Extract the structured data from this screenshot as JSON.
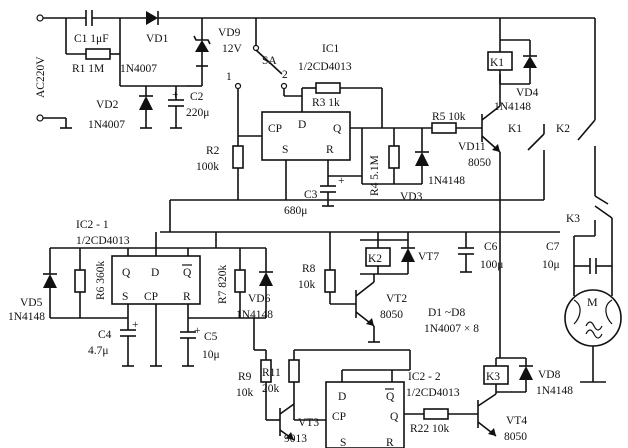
{
  "labels": {
    "ac": "AC220V",
    "c1": "C1  1μF",
    "r1": "R1 1M",
    "vd1": "VD1",
    "vd1_part": "1N4007",
    "vd9": "VD9",
    "vd9_v": "12V",
    "sa": "SA",
    "pin1": "1",
    "pin2": "2",
    "ic1": "IC1",
    "ic1_part": "1/2CD4013",
    "r3": "R3 1k",
    "vd2": "VD2",
    "vd2_part": "1N4007",
    "c2": "C2",
    "c2_v": "220μ",
    "cp": "CP",
    "d": "D",
    "q": "Q",
    "s": "S",
    "r": "R",
    "r2": "R2",
    "r2_v": "100k",
    "r4": "R4 5.1M",
    "c3": "C3",
    "c3_v": "680μ",
    "vd3": "VD3",
    "vd3_part": "1N4148",
    "r5": "R5  10k",
    "vd11": "VD11",
    "vd11_part": "8050",
    "k1": "K1",
    "k1_sw": "K1",
    "vd4": "VD4",
    "vd4_part": "1N4148",
    "k2_sw": "K2",
    "k3": "K3",
    "c7": "C7",
    "c7_v": "10μ",
    "motor": "M",
    "ic2_1": "IC2 - 1",
    "ic2_1_part": "1/2CD4013",
    "r6": "R6 360k",
    "r7": "R7 820k",
    "vd5": "VD5",
    "vd5_part": "1N4148",
    "vd6": "VD6",
    "vd6_part": "1N4148",
    "c4": "C4",
    "c4_v": "4.7μ",
    "c5": "C5",
    "c5_v": "10μ",
    "k2": "K2",
    "vt7": "VT7",
    "c6": "C6",
    "c6_v": "100μ",
    "r8": "R8",
    "r8_v": "10k",
    "vt2": "VT2",
    "vt2_part": "8050",
    "d1d8": "D1 ~D8",
    "d1d8_part": "1N4007 × 8",
    "r9": "R9",
    "r9_v": "10k",
    "r11": "R11",
    "r11_v": "20k",
    "ic2_2": "IC2 - 2",
    "ic2_2_part": "1/2CD4013",
    "qbar": "Q",
    "r22": "R22  10k",
    "k3_relay": "K3",
    "vd8": "VD8",
    "vd8_part": "1N4148",
    "vt3": "VT3",
    "vt3_part": "9013",
    "vt4": "VT4",
    "vt4_part": "8050",
    "plus": "+"
  }
}
